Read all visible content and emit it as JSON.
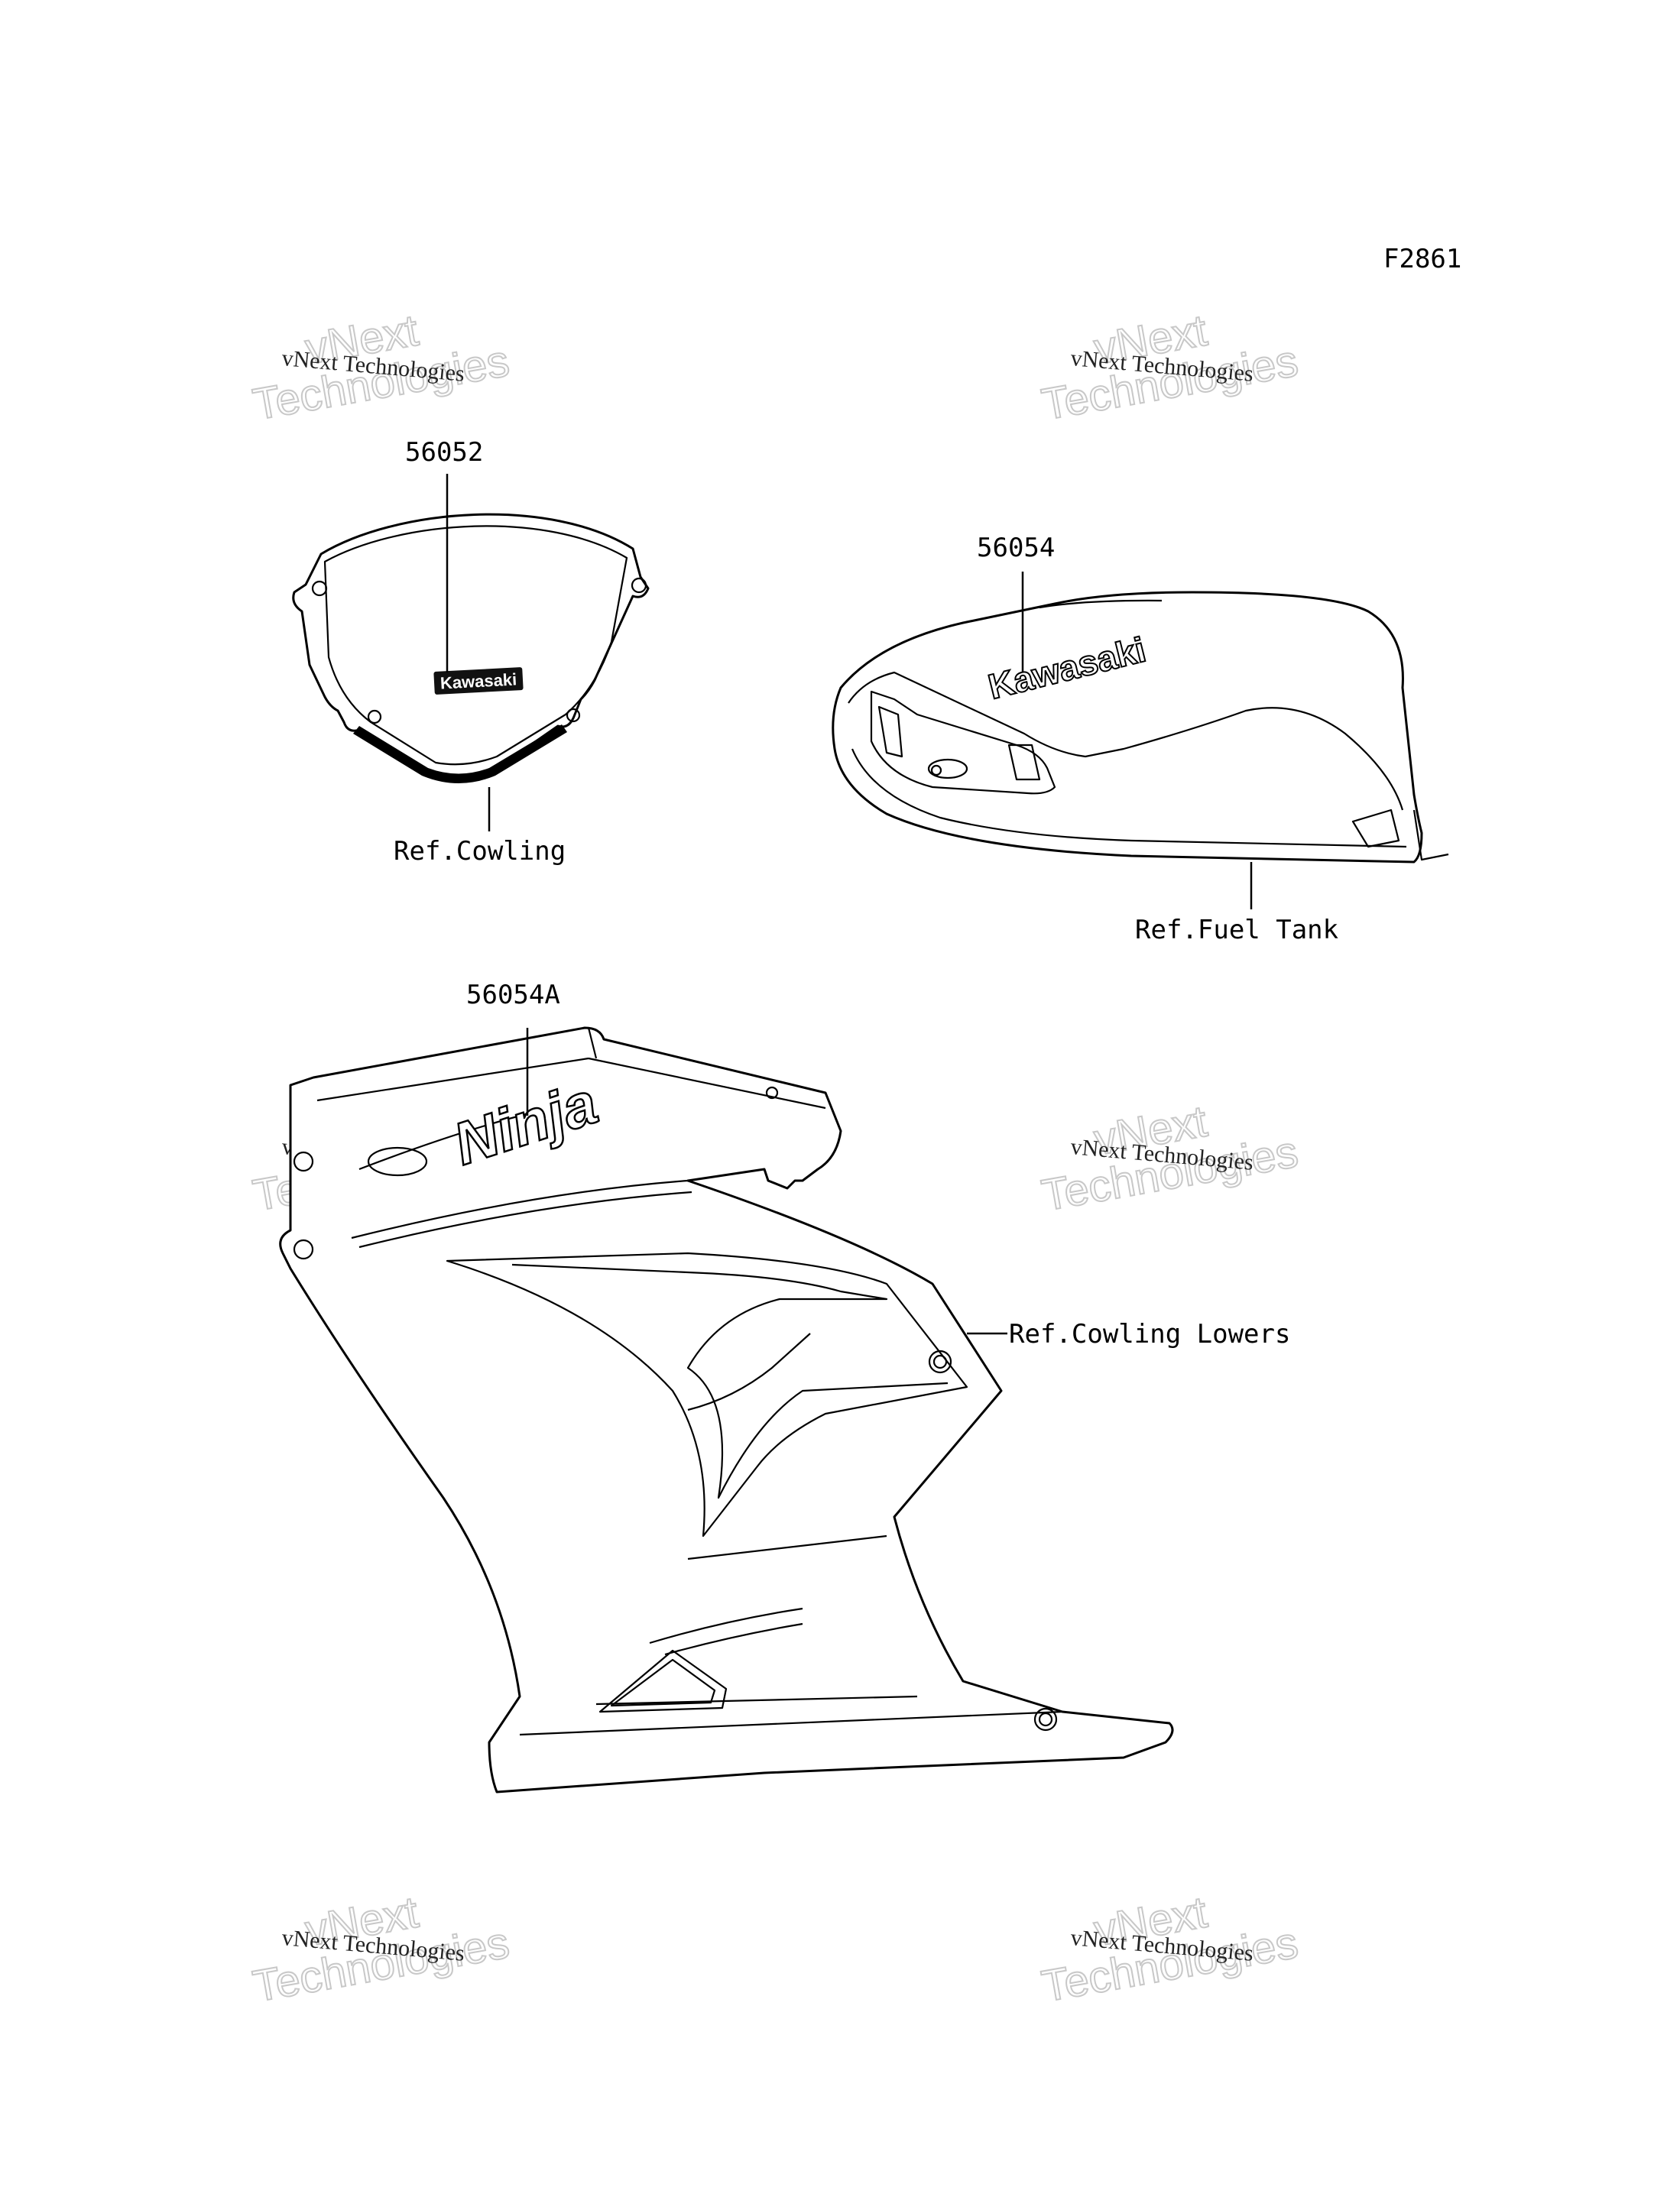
{
  "figure_code": "F2861",
  "watermark": {
    "small": "vNext Technologies",
    "big_line1": "vNext",
    "big_line2": "Technologies"
  },
  "parts": [
    {
      "number": "56052",
      "ref": "Ref.Cowling",
      "decal_text": "Kawasaki"
    },
    {
      "number": "56054",
      "ref": "Ref.Fuel Tank",
      "decal_text": "Kawasaki"
    },
    {
      "number": "56054A",
      "ref": "Ref.Cowling Lowers",
      "decal_text": "Ninja"
    }
  ]
}
